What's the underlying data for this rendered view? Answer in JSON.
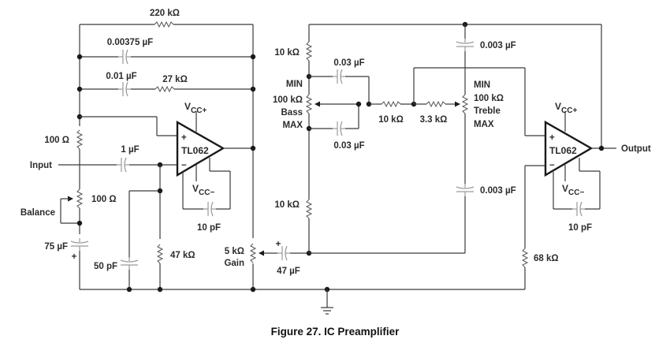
{
  "figure": {
    "caption": "Figure 27.  IC Preamplifier",
    "title": "IC Preamplifier",
    "figure_number": "27"
  },
  "opamps": [
    {
      "id": "u1",
      "part": "TL062",
      "vplus": "V",
      "vplus_sub": "CC+",
      "vminus": "V",
      "vminus_sub": "CC−",
      "plus_sign": "+",
      "minus_sign": "−",
      "comp_cap": "10 pF"
    },
    {
      "id": "u2",
      "part": "TL062",
      "vplus": "V",
      "vplus_sub": "CC+",
      "vminus": "V",
      "vminus_sub": "CC−",
      "plus_sign": "+",
      "minus_sign": "−",
      "comp_cap": "10 pF"
    }
  ],
  "ports": {
    "input": "Input",
    "output": "Output"
  },
  "stage1": {
    "feedback_resistor": "220 kΩ",
    "feedback_cap": "0.00375 µF",
    "series_cap": "0.01 µF",
    "series_resistor": "27 kΩ",
    "bias_resistor": "100 Ω",
    "input_cap": "1 µF",
    "balance_pot": "100 Ω",
    "balance_label": "Balance",
    "bypass_cap": "75 µF",
    "bypass_cap_polarity": "+",
    "filter_cap": "50 pF",
    "ground_resistor": "47 kΩ"
  },
  "gain": {
    "pot_value": "5 kΩ",
    "pot_label": "Gain",
    "coupling_cap": "47 µF",
    "coupling_polarity": "+"
  },
  "tone_stack": {
    "bass_upper_resistor": "10 kΩ",
    "bass_lower_resistor": "10 kΩ",
    "bass_cap_top": "0.03 µF",
    "bass_cap_bottom": "0.03 µF",
    "bass_pot_min": "MIN",
    "bass_pot_value": "100 kΩ",
    "bass_pot_label": "Bass",
    "bass_pot_max": "MAX",
    "mid_resistor": "10 kΩ",
    "treble_series_resistor": "3.3 kΩ",
    "treble_cap_top": "0.003 µF",
    "treble_cap_bottom": "0.003 µF",
    "treble_pot_min": "MIN",
    "treble_pot_value": "100 kΩ",
    "treble_pot_label": "Treble",
    "treble_pot_max": "MAX",
    "output_bias_resistor": "68 kΩ"
  }
}
